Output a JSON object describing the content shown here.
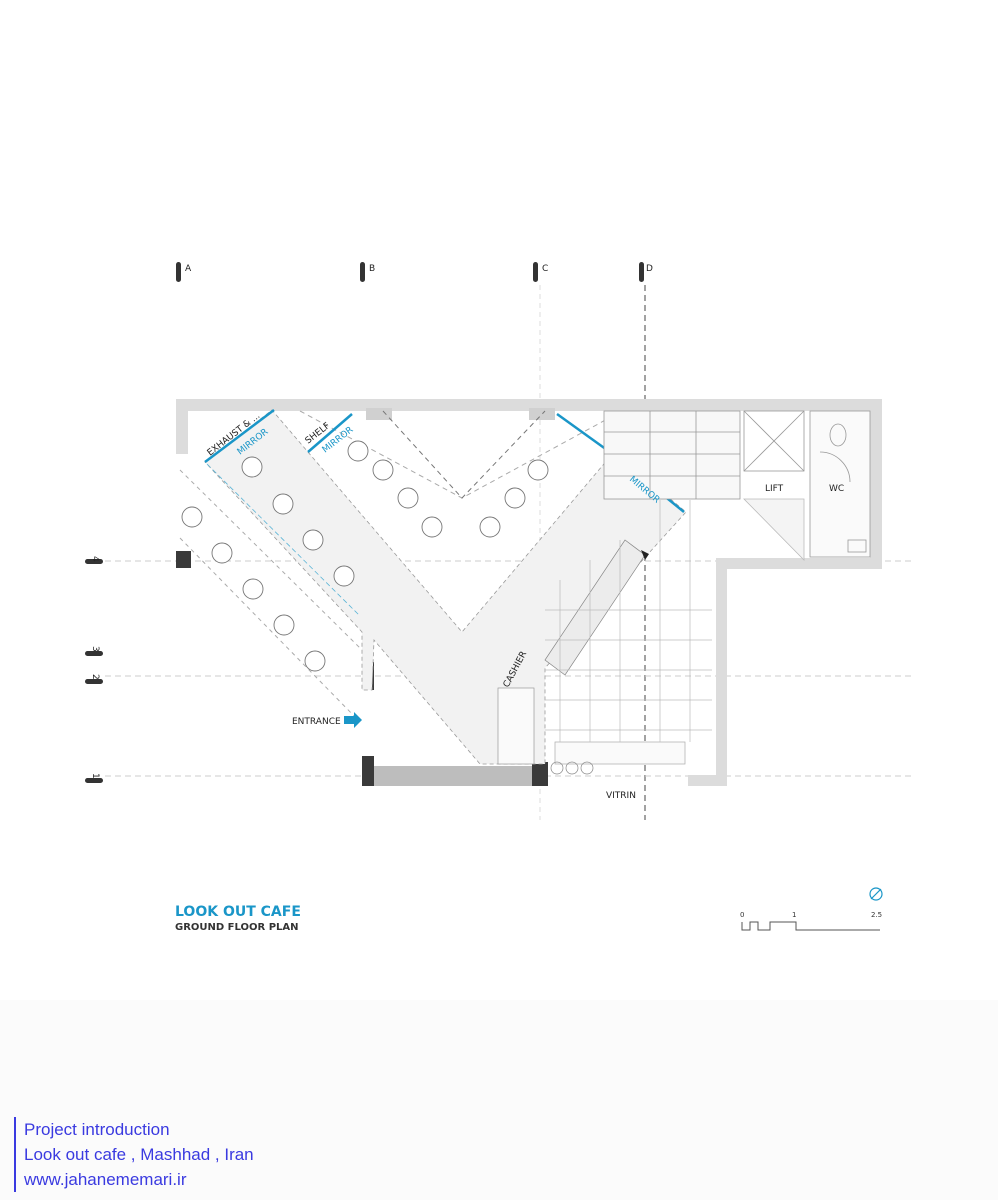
{
  "grid": {
    "columns": [
      "A",
      "B",
      "C",
      "D"
    ],
    "rows": [
      "4",
      "3",
      "2",
      "1"
    ]
  },
  "labels": {
    "exhaust": "EXHAUST & ...",
    "mirror": "MIRROR",
    "shelf": "SHELF",
    "lift": "LIFT",
    "wc": "WC",
    "cashier": "CASHIER",
    "entrance": "ENTRANCE",
    "vitrin": "VITRIN"
  },
  "title": {
    "name": "LOOK OUT CAFE",
    "subtitle": "GROUND FLOOR PLAN"
  },
  "scale": {
    "ticks": [
      "0",
      "1",
      "2.5"
    ]
  },
  "colors": {
    "accent": "#1a96c8",
    "credit_text": "#3a3ae0",
    "wall": "#dcdcdc"
  },
  "footer": {
    "line1": "Project introduction",
    "line2": "Look out cafe , Mashhad , Iran",
    "line3": "www.jahanememari.ir"
  }
}
